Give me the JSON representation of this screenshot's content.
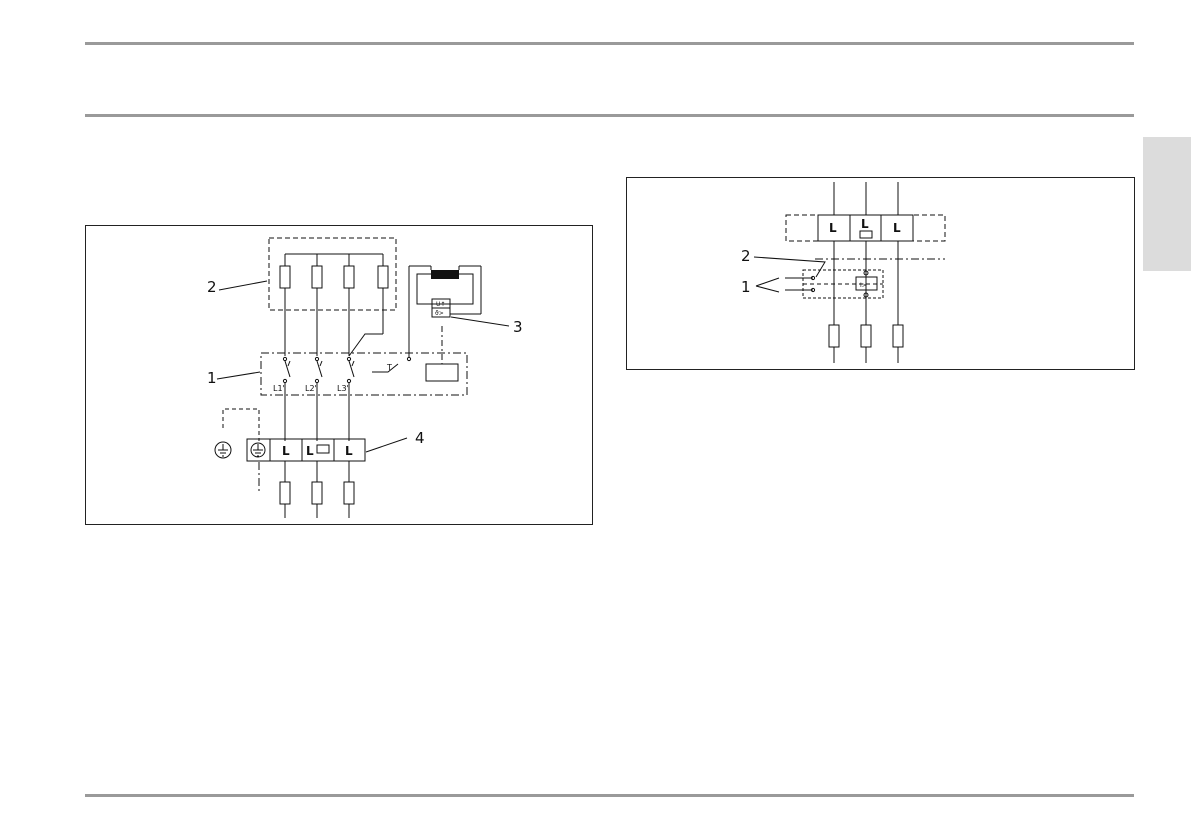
{
  "page": {
    "rule_color": "#9a9a9a",
    "tab_color": "#dcdcdc"
  },
  "diagram1": {
    "callouts": [
      "1",
      "2",
      "3",
      "4"
    ],
    "phase_labels": [
      "L1'",
      "L2'",
      "L3'"
    ],
    "terminal_labels": [
      "L",
      "L",
      "L"
    ],
    "timer_label": "T",
    "sensor_labels": [
      "U↑",
      "ϑ>"
    ],
    "icons": [
      "ground-icon",
      "pe-terminal-icon",
      "fuse-icon",
      "heater-element-icon",
      "contact-icon"
    ]
  },
  "diagram2": {
    "callouts": [
      "1",
      "2"
    ],
    "terminal_labels": [
      "L",
      "L",
      "L"
    ],
    "current_symbol": "I>",
    "icons": [
      "fuse-icon",
      "overcurrent-relay-icon",
      "current-transformer-icon"
    ]
  }
}
